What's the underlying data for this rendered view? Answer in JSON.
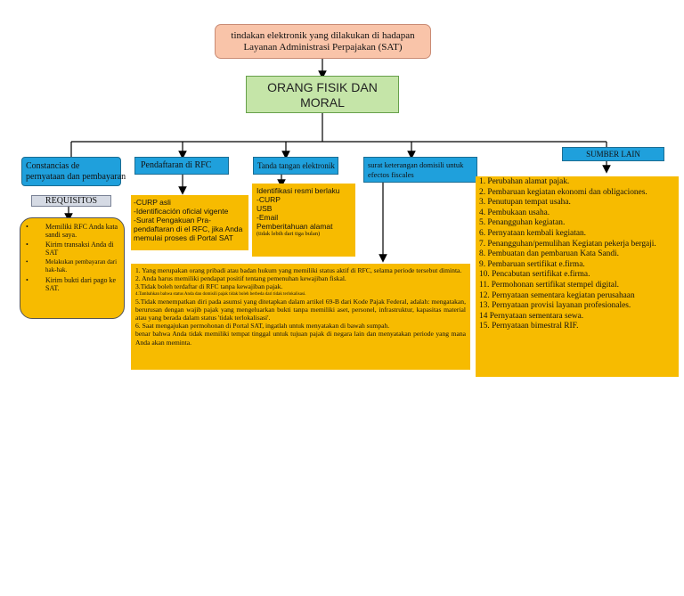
{
  "top": {
    "line1": "tindakan elektronik yang dilakukan di hadapan",
    "line2": "Layanan Administrasi Perpajakan (SAT)"
  },
  "main": {
    "line1": "ORANG FISIK DAN",
    "line2": "MORAL"
  },
  "b1": {
    "title_line1": "Constancias de",
    "title_line2": "pernyataan dan pembayaran",
    "req_label": "REQUISITOS",
    "items": [
      "Memiliki RFC Anda kata sandi saya.",
      "Kirim transaksi Anda di SAT",
      "Melakukan pembayaran dari hak-hak.",
      "Kirim bukti dari pago ke SAT."
    ]
  },
  "b2": {
    "title": "Pendaftaran di RFC",
    "items": [
      "-CURP asli",
      "-Identificación oficial vigente",
      "-Surat Pengakuan Pra-pendaftaran di el RFC, jika Anda memulai proses di Portal SAT"
    ]
  },
  "b3": {
    "title": "Tanda tangan elektronik",
    "items": [
      "Identifikasi resmi berlaku",
      "-CURP",
      "USB",
      "-Email",
      "Pemberitahuan alamat"
    ],
    "note": "(tidak lebih dari tiga bulan)"
  },
  "b4": {
    "title_line1": "surat keterangan domisili untuk",
    "title_line2": "efectos fiscales",
    "items": [
      "1. Yang merupakan orang pribadi atau badan hukum yang memiliki status aktif di RFC, selama periode tersebut diminta.",
      "2. Anda harus memiliki pendapat positif tentang pemenuhan kewajiban fiskal.",
      "3.Tidak boleh terdaftar di RFC tanpa kewajiban pajak.",
      "4.Tambahkan bahwa status Anda dan domisili pajak tidak boleh berbeda dari tidak terlokalisasi.",
      "5.Tidak menempatkan diri pada asumsi yang ditetapkan dalam artikel 69-B dari Kode Pajak Federal, adalah: mengatakan, berurusan dengan wajib pajak yang mengeluarkan bukti tanpa memiliki aset, personel, infrastruktur, kapasitas material atau yang berada dalam status 'tidak terlokalisasi'.",
      "6. Saat mengajukan permohonan di Portal SAT, ingatlah untuk menyatakan di bawah sumpah.",
      "benar bahwa Anda tidak memiliki tempat tinggal untuk tujuan pajak di negara lain dan menyatakan periode yang mana Anda akan meminta."
    ]
  },
  "b5": {
    "title": "SUMBER LAIN",
    "items": [
      "1. Perubahan alamat pajak.",
      "2. Pembaruan kegiatan ekonomi dan obligaciones.",
      "3. Penutupan tempat usaha.",
      "4. Pembukaan usaha.",
      "5. Penangguhan kegiatan.",
      "6. Pernyataan kembali kegiatan.",
      "7. Penangguhan/pemulihan Kegiatan pekerja bergaji.",
      "8. Pembuatan dan pembaruan Kata Sandi.",
      "9. Pembaruan sertifikat e.firma.",
      "10. Pencabutan sertifikat e.firma.",
      "11. Permohonan sertifikat stempel digital.",
      "12. Pernyataan sementara kegiatan perusahaan",
      "13. Pernyataan provisi layanan profesionales.",
      "14 Pernyataan sementara sewa.",
      "15. Pernyataan bimestral RIF."
    ]
  }
}
